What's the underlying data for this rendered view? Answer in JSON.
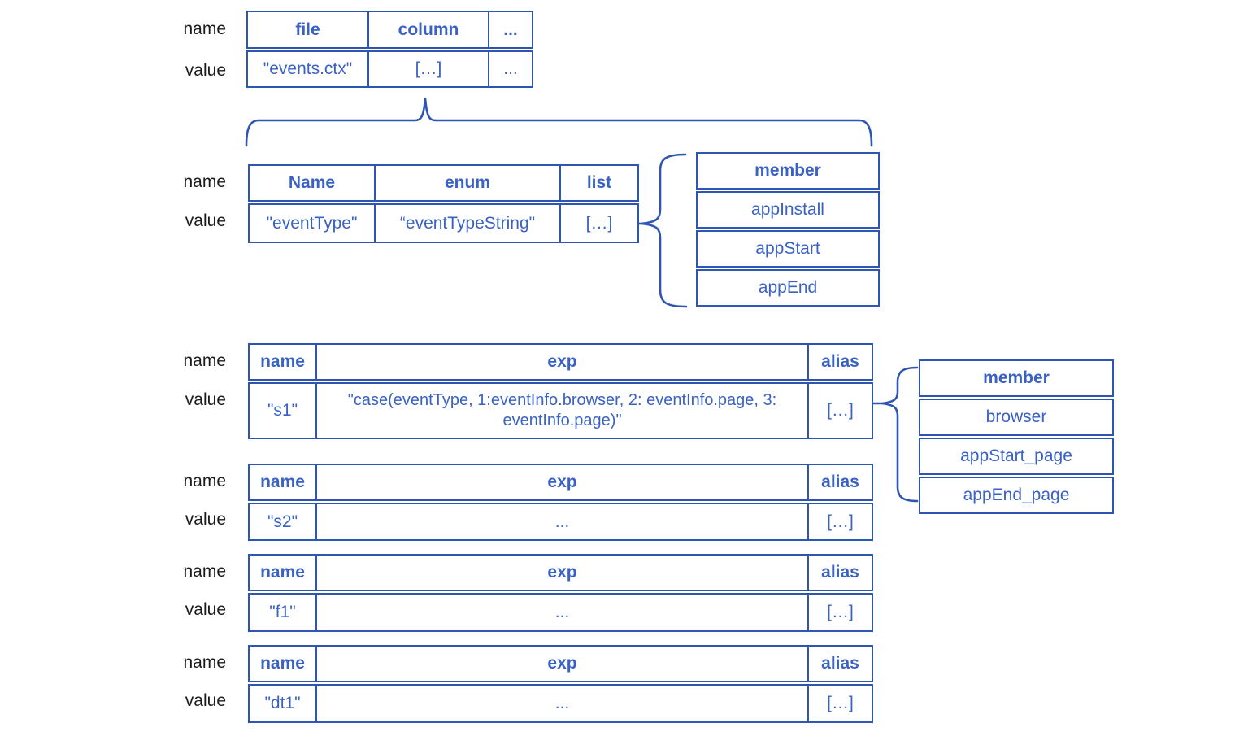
{
  "colors": {
    "line": "#2e55b2",
    "text": "#3a61c4",
    "label": "#1b1b1b",
    "background": "#ffffff"
  },
  "labels": {
    "name": "name",
    "value": "value"
  },
  "file_table": {
    "headers": [
      "file",
      "column",
      "..."
    ],
    "values": [
      "\"events.ctx\"",
      "[…]",
      "..."
    ]
  },
  "column_table": {
    "headers": [
      "Name",
      "enum",
      "list"
    ],
    "values": [
      "\"eventType\"",
      "“eventTypeString\"",
      "[…]"
    ]
  },
  "enum_members": {
    "header": "member",
    "items": [
      "appInstall",
      "appStart",
      "appEnd"
    ]
  },
  "s1_table": {
    "headers": [
      "name",
      "exp",
      "alias"
    ],
    "values": [
      "\"s1\"",
      "\"case(eventType, 1:eventInfo.browser, 2: eventInfo.page, 3: eventInfo.page)\"",
      "[…]"
    ]
  },
  "alias_members": {
    "header": "member",
    "items": [
      "browser",
      "appStart_page",
      "appEnd_page"
    ]
  },
  "s2_table": {
    "headers": [
      "name",
      "exp",
      "alias"
    ],
    "values": [
      "\"s2\"",
      "...",
      "[…]"
    ]
  },
  "f1_table": {
    "headers": [
      "name",
      "exp",
      "alias"
    ],
    "values": [
      "\"f1\"",
      "...",
      "[…]"
    ]
  },
  "dt1_table": {
    "headers": [
      "name",
      "exp",
      "alias"
    ],
    "values": [
      "\"dt1\"",
      "...",
      "[…]"
    ]
  }
}
